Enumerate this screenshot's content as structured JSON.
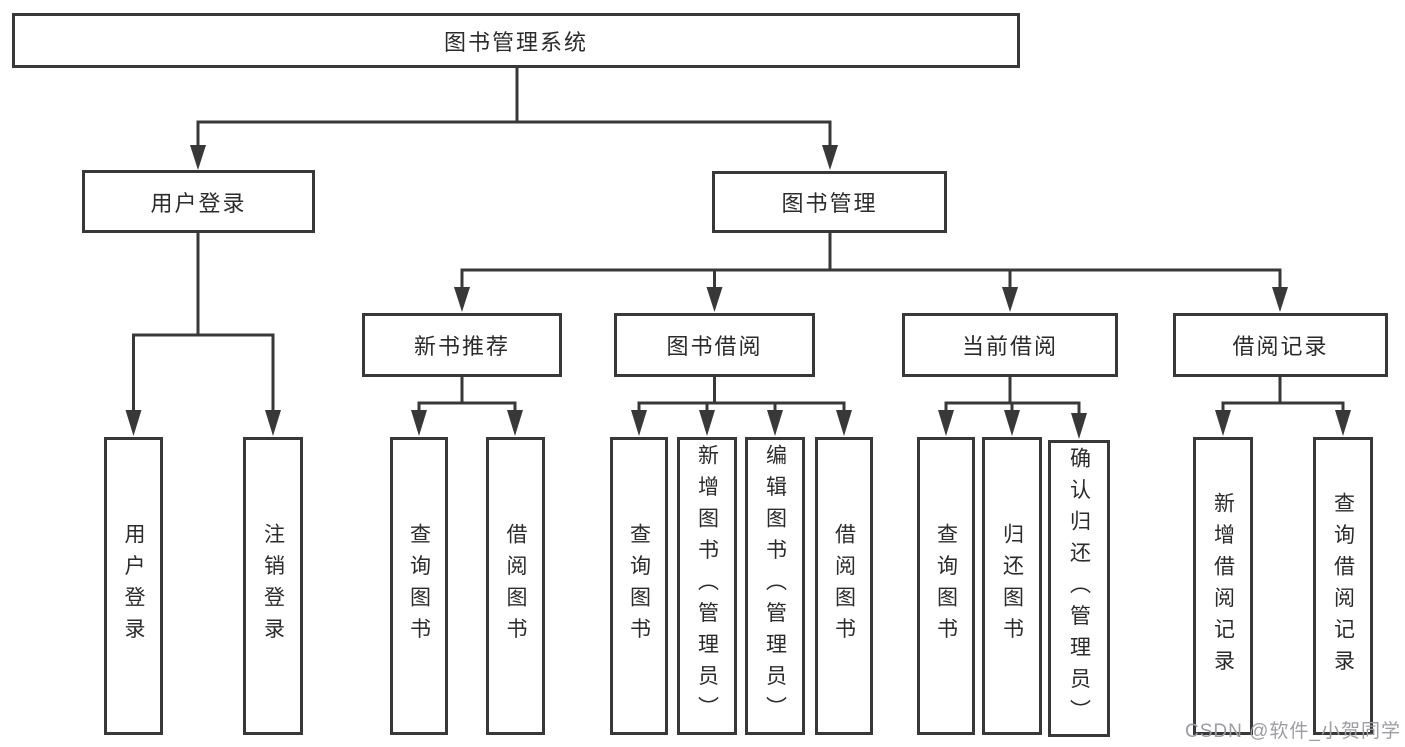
{
  "nodes": {
    "root": "图书管理系统",
    "user_login": "用户登录",
    "book_management": "图书管理",
    "new_book": "新书推荐",
    "book_borrow": "图书借阅",
    "current_borrow": "当前借阅",
    "borrow_records": "借阅记录"
  },
  "leaves": {
    "user_login": [
      "用户登录",
      "注销登录"
    ],
    "new_book": [
      "查询图书",
      "借阅图书"
    ],
    "book_borrow": [
      "查询图书",
      "新增图书（管理员）",
      "编辑图书（管理员）",
      "借阅图书"
    ],
    "current_borrow": [
      "查询图书",
      "归还图书",
      "确认归还（管理员）"
    ],
    "borrow_records": [
      "新增借阅记录",
      "查询借阅记录"
    ]
  },
  "watermark": "CSDN @软件_小贺同学",
  "colors": {
    "line": "#383838",
    "text": "#2b2b2b",
    "box_background": "#ffffff",
    "page_background": "#ffffff",
    "watermark": "#9c9ca3"
  }
}
